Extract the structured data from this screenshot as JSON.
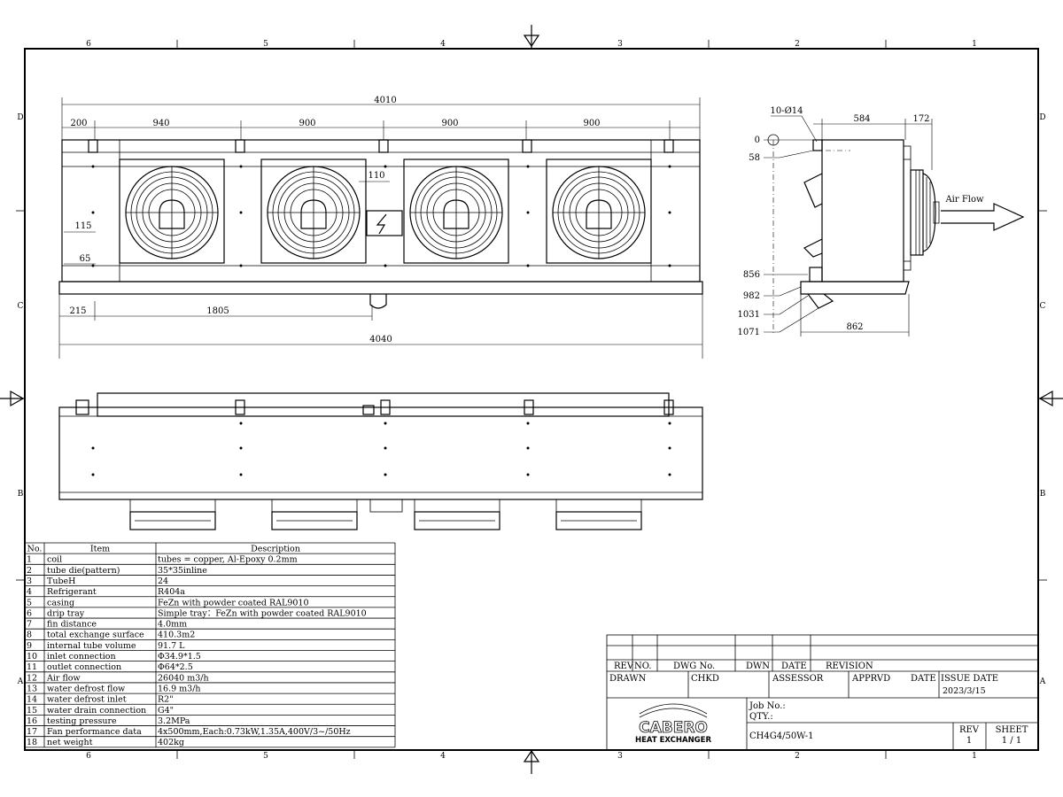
{
  "border": {
    "top_zones": [
      "6",
      "5",
      "4",
      "3",
      "2",
      "1"
    ],
    "bottom_zones": [
      "6",
      "5",
      "4",
      "3",
      "2",
      "1"
    ],
    "left_zones": [
      "D",
      "C",
      "B",
      "A"
    ],
    "right_zones": [
      "D",
      "C",
      "B",
      "A"
    ]
  },
  "front_view": {
    "overall_top": "4010",
    "segments": [
      "200",
      "940",
      "900",
      "900",
      "900"
    ],
    "dim_110": "110",
    "dim_115": "115",
    "dim_65": "65",
    "dim_215": "215",
    "dim_1805": "1805",
    "overall_bottom": "4040"
  },
  "side_view": {
    "hole_spec": "10-Ø14",
    "dim_584": "584",
    "dim_172": "172",
    "level_0": "0",
    "level_58": "58",
    "level_856": "856",
    "level_982": "982",
    "level_1031": "1031",
    "level_1071": "1071",
    "dim_862": "862",
    "airflow_label": "Air Flow"
  },
  "spec_table": {
    "headers": [
      "No.",
      "Item",
      "Description"
    ],
    "rows": [
      [
        "1",
        "coil",
        "tubes = copper, Al-Epoxy  0.2mm"
      ],
      [
        "2",
        "tube die(pattern)",
        "35*35inline"
      ],
      [
        "3",
        "TubeH",
        "24"
      ],
      [
        "4",
        "Refrigerant",
        "R404a"
      ],
      [
        "5",
        "casing",
        "FeZn with powder coated  RAL9010"
      ],
      [
        "6",
        "drip tray",
        "Simple tray：FeZn with powder coated  RAL9010"
      ],
      [
        "7",
        "fin distance",
        "4.0mm"
      ],
      [
        "8",
        "total exchange surface",
        "410.3m2"
      ],
      [
        "9",
        "internal tube volume",
        "91.7 L"
      ],
      [
        "10",
        "inlet connection",
        "Φ34.9*1.5"
      ],
      [
        "11",
        "outlet connection",
        "Φ64*2.5"
      ],
      [
        "12",
        "Air flow",
        "26040 m3/h"
      ],
      [
        "13",
        "water defrost flow",
        "16.9 m3/h"
      ],
      [
        "14",
        "water defrost inlet",
        "R2\""
      ],
      [
        "15",
        "water drain connection",
        "G4\""
      ],
      [
        "16",
        "testing pressure",
        "3.2MPa"
      ],
      [
        "17",
        "Fan performance data",
        "4x500mm,Each:0.73kW,1.35A,400V/3~/50Hz"
      ],
      [
        "18",
        "net weight",
        "402kg"
      ]
    ]
  },
  "title_block": {
    "rev_header": "REV",
    "no_header": "NO.",
    "dwg_no_header": "DWG No.",
    "dwn_header": "DWN",
    "date_header": "DATE",
    "revision_header": "REVISION",
    "drawn": "DRAWN",
    "chkd": "CHKD",
    "assessor": "ASSESSOR",
    "apprvd": "APPRVD",
    "date": "DATE",
    "issue_date_label": "ISSUE DATE",
    "issue_date": "2023/3/15",
    "job_no": "Job No.:",
    "qty": "QTY.:",
    "model": "CH4G4/50W-1",
    "rev_label": "REV",
    "rev_value": "1",
    "sheet_label": "SHEET",
    "sheet_value": "1 / 1",
    "logo_text": "CABERO",
    "logo_sub": "HEAT EXCHANGER"
  }
}
